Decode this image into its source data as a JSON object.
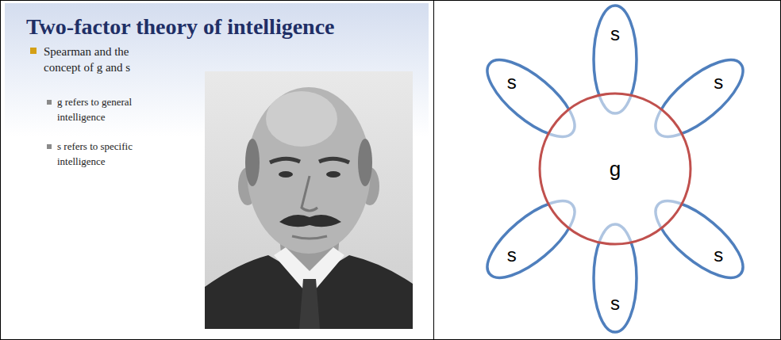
{
  "diagram": {
    "title": "Two-factor theory of intelligence",
    "nodes": [
      {
        "text": [
          "s"
        ]
      },
      {
        "text": [
          "s"
        ]
      },
      {
        "text": [
          "s"
        ]
      },
      {
        "text": [
          "g"
        ]
      },
      {
        "text": [
          "s"
        ]
      },
      {
        "text": [
          "s"
        ]
      },
      {
        "text": [
          "s"
        ]
      }
    ],
    "labels": [
      "Spearman and the concept of g and s",
      "g refers to general intelligence",
      "s refers to specific intelligence"
    ]
  }
}
